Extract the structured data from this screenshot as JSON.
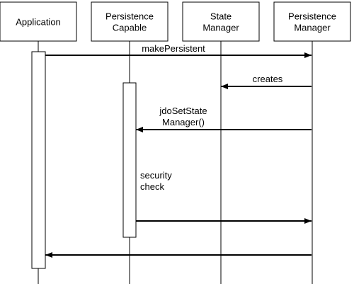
{
  "participants": [
    {
      "id": "application",
      "label_lines": [
        "Application"
      ]
    },
    {
      "id": "persistence-capable",
      "label_lines": [
        "Persistence",
        "Capable"
      ]
    },
    {
      "id": "state-manager",
      "label_lines": [
        "State",
        "Manager"
      ]
    },
    {
      "id": "persistence-manager",
      "label_lines": [
        "Persistence",
        "Manager"
      ]
    }
  ],
  "messages": [
    {
      "id": "make-persistent",
      "from": "application",
      "to": "persistence-manager",
      "label_lines": [
        "makePersistent"
      ]
    },
    {
      "id": "creates",
      "from": "persistence-manager",
      "to": "state-manager",
      "label_lines": [
        "creates"
      ]
    },
    {
      "id": "jdo-set-state-manager",
      "from": "persistence-manager",
      "to": "persistence-capable",
      "label_lines": [
        "jdoSetState",
        "Manager()"
      ]
    },
    {
      "id": "security-check-call",
      "from": "persistence-capable",
      "to": "persistence-manager",
      "label_lines": []
    },
    {
      "id": "return-to-application",
      "from": "persistence-manager",
      "to": "application",
      "label_lines": []
    }
  ],
  "notes": [
    {
      "id": "security-check",
      "label_lines": [
        "security",
        "check"
      ]
    }
  ]
}
